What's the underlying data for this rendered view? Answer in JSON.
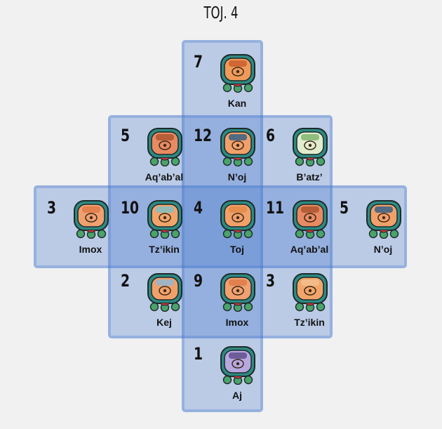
{
  "title": "TOJ. 4",
  "cells": [
    {
      "id": "kan",
      "number": "7",
      "name": "Kan",
      "face": "#f09a5a",
      "frame": "#2e8a82",
      "cap": "#c85a2a"
    },
    {
      "id": "noj-top",
      "number": "5",
      "name": "Aq’ab’al",
      "face": "#e88a62",
      "frame": "#2e8a82",
      "cap": "#a8522e"
    },
    {
      "id": "noj-12",
      "number": "12",
      "name": "N’oj",
      "face": "#f2a06a",
      "frame": "#2e8a82",
      "cap": "#2a5c8a"
    },
    {
      "id": "batz",
      "number": "6",
      "name": "B’atz’",
      "face": "#e2eccd",
      "frame": "#2e8a82",
      "cap": "#7ab26a"
    },
    {
      "id": "imox-left",
      "number": "3",
      "name": "Imox",
      "face": "#f1a070",
      "frame": "#2e8a82",
      "cap": "#e07848"
    },
    {
      "id": "tzikin-10",
      "number": "10",
      "name": "Tz’ikin",
      "face": "#f2a56a",
      "frame": "#2e8a82",
      "cap": "#7ac0c8"
    },
    {
      "id": "toj",
      "number": "4",
      "name": "Toj",
      "face": "#f2a06a",
      "frame": "#2e8a82",
      "cap": "#e08a48"
    },
    {
      "id": "aqabal-11",
      "number": "11",
      "name": "Aq’ab’al",
      "face": "#e88a62",
      "frame": "#2e8a82",
      "cap": "#a8522e"
    },
    {
      "id": "noj-right",
      "number": "5",
      "name": "N’oj",
      "face": "#f2a06a",
      "frame": "#2e8a82",
      "cap": "#2a5c8a"
    },
    {
      "id": "kej",
      "number": "2",
      "name": "Kej",
      "face": "#f2a06a",
      "frame": "#2e8a82",
      "cap": "#8ab8d8"
    },
    {
      "id": "imox-9",
      "number": "9",
      "name": "Imox",
      "face": "#f1a070",
      "frame": "#2e8a82",
      "cap": "#e07848"
    },
    {
      "id": "tzikin-3",
      "number": "3",
      "name": "Tz’ikin",
      "face": "#f2a56a",
      "frame": "#2e8a82",
      "cap": "#f2c090"
    },
    {
      "id": "aj",
      "number": "1",
      "name": "Aj",
      "face": "#b8a8e0",
      "frame": "#2e8a82",
      "cap": "#5a4a8a"
    }
  ]
}
